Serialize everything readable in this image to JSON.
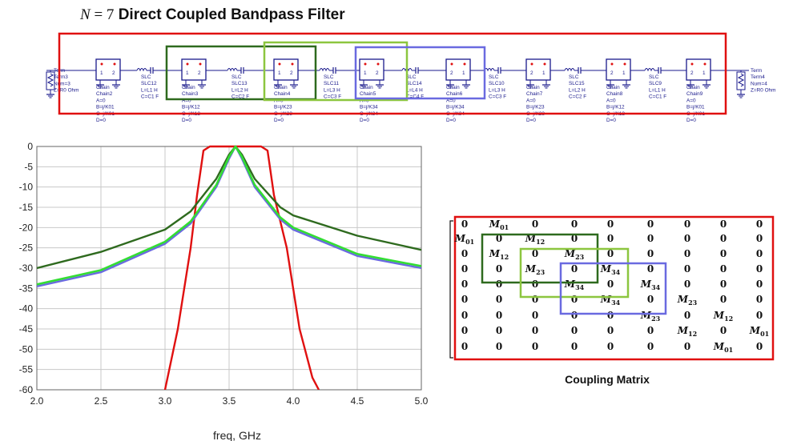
{
  "title": {
    "prefix_var": "N",
    "prefix_eq": " = 7",
    "text": "Direct Coupled Bandpass Filter"
  },
  "colors": {
    "red": "#e01010",
    "dark_green": "#2e6a1e",
    "light_green": "#8cc63f",
    "blue": "#6a6ae0",
    "trace_green": "#33dd33"
  },
  "schematic": {
    "term_left": [
      "Term",
      "Term3",
      "Num=3",
      "Z=R0 Ohm"
    ],
    "term_right": [
      "Term",
      "Term4",
      "Num=4",
      "Z=R0 Ohm"
    ],
    "chains": [
      [
        "Chain",
        "Chain2",
        "A=0",
        "B=j/K01",
        "C=j/K01",
        "D=0"
      ],
      [
        "Chain",
        "Chain3",
        "A=0",
        "B=j/K12",
        "C=j/K12",
        "D=0"
      ],
      [
        "Chain",
        "Chain4",
        "A=0",
        "B=j/K23",
        "C=j/K23",
        "D=0"
      ],
      [
        "Chain",
        "Chain5",
        "A=0",
        "B=j/K34",
        "C=j/K34",
        "D=0"
      ],
      [
        "Chain",
        "Chain6",
        "A=0",
        "B=j/K34",
        "C=j/K34",
        "D=0"
      ],
      [
        "Chain",
        "Chain7",
        "A=0",
        "B=j/K23",
        "C=j/K23",
        "D=0"
      ],
      [
        "Chain",
        "Chain8",
        "A=0",
        "B=j/K12",
        "C=j/K12",
        "D=0"
      ],
      [
        "Chain",
        "Chain9",
        "A=0",
        "B=j/K01",
        "C=j/K01",
        "D=0"
      ]
    ],
    "slcs": [
      [
        "SLC",
        "SLC12",
        "L=L1 H",
        "C=C1 F"
      ],
      [
        "SLC",
        "SLC13",
        "L=L2 H",
        "C=C2 F"
      ],
      [
        "SLC",
        "SLC11",
        "L=L3 H",
        "C=C3 F"
      ],
      [
        "SLC",
        "SLC14",
        "L=L4 H",
        "C=C4 F"
      ],
      [
        "SLC",
        "SLC10",
        "L=L3 H",
        "C=C3 F"
      ],
      [
        "SLC",
        "SLC15",
        "L=L2 H",
        "C=C2 F"
      ],
      [
        "SLC",
        "SLC9",
        "L=L1 H",
        "C=C1 F"
      ]
    ]
  },
  "chart_data": {
    "type": "line",
    "xlabel": "freq, GHz",
    "xlim": [
      2.0,
      5.0
    ],
    "ylim": [
      -60,
      0
    ],
    "xticks": [
      "2.0",
      "2.5",
      "3.0",
      "3.5",
      "4.0",
      "4.5",
      "5.0"
    ],
    "yticks": [
      "0",
      "-5",
      "-10",
      "-15",
      "-20",
      "-25",
      "-30",
      "-35",
      "-40",
      "-45",
      "-50",
      "-55",
      "-60"
    ],
    "grid": true,
    "series": [
      {
        "color": "#e01010",
        "x": [
          3.0,
          3.1,
          3.2,
          3.25,
          3.3,
          3.35,
          3.5,
          3.75,
          3.8,
          3.85,
          3.95,
          4.05,
          4.15,
          4.2
        ],
        "y": [
          -60,
          -45,
          -25,
          -12,
          -1,
          0,
          0,
          0,
          -1,
          -12,
          -25,
          -45,
          -57,
          -60
        ]
      },
      {
        "color": "#2e6a1e",
        "x": [
          2.0,
          2.5,
          3.0,
          3.2,
          3.4,
          3.5,
          3.55,
          3.6,
          3.7,
          3.9,
          4.0,
          4.5,
          5.0
        ],
        "y": [
          -30,
          -26,
          -20.5,
          -16,
          -8,
          -2,
          0,
          -2,
          -8,
          -15,
          -17,
          -22,
          -25.5
        ]
      },
      {
        "color": "#6a6ae0",
        "x": [
          2.0,
          2.5,
          3.0,
          3.2,
          3.4,
          3.5,
          3.55,
          3.6,
          3.7,
          3.9,
          4.0,
          4.5,
          5.0
        ],
        "y": [
          -34.5,
          -31,
          -24,
          -19,
          -10,
          -3,
          0,
          -3,
          -10,
          -18,
          -20.5,
          -27,
          -30
        ]
      },
      {
        "color": "#33dd33",
        "x": [
          2.0,
          2.5,
          3.0,
          3.2,
          3.4,
          3.5,
          3.55,
          3.6,
          3.7,
          3.9,
          4.0,
          4.5,
          5.0
        ],
        "y": [
          -34,
          -30.5,
          -23.5,
          -18.5,
          -9.5,
          -2.5,
          0,
          -2.5,
          -9.5,
          -17.5,
          -20,
          -26.5,
          -29.5
        ]
      }
    ]
  },
  "matrix": {
    "caption": "Coupling Matrix",
    "rows": [
      [
        "0",
        "M01",
        "0",
        "0",
        "0",
        "0",
        "0",
        "0",
        "0"
      ],
      [
        "M01",
        "0",
        "M12",
        "0",
        "0",
        "0",
        "0",
        "0",
        "0"
      ],
      [
        "0",
        "M12",
        "0",
        "M23",
        "0",
        "0",
        "0",
        "0",
        "0"
      ],
      [
        "0",
        "0",
        "M23",
        "0",
        "M34",
        "0",
        "0",
        "0",
        "0"
      ],
      [
        "0",
        "0",
        "0",
        "M34",
        "0",
        "M34",
        "0",
        "0",
        "0"
      ],
      [
        "0",
        "0",
        "0",
        "0",
        "M34",
        "0",
        "M23",
        "0",
        "0"
      ],
      [
        "0",
        "0",
        "0",
        "0",
        "0",
        "M23",
        "0",
        "M12",
        "0"
      ],
      [
        "0",
        "0",
        "0",
        "0",
        "0",
        "0",
        "M12",
        "0",
        "M01"
      ],
      [
        "0",
        "0",
        "0",
        "0",
        "0",
        "0",
        "0",
        "M01",
        "0"
      ]
    ]
  }
}
